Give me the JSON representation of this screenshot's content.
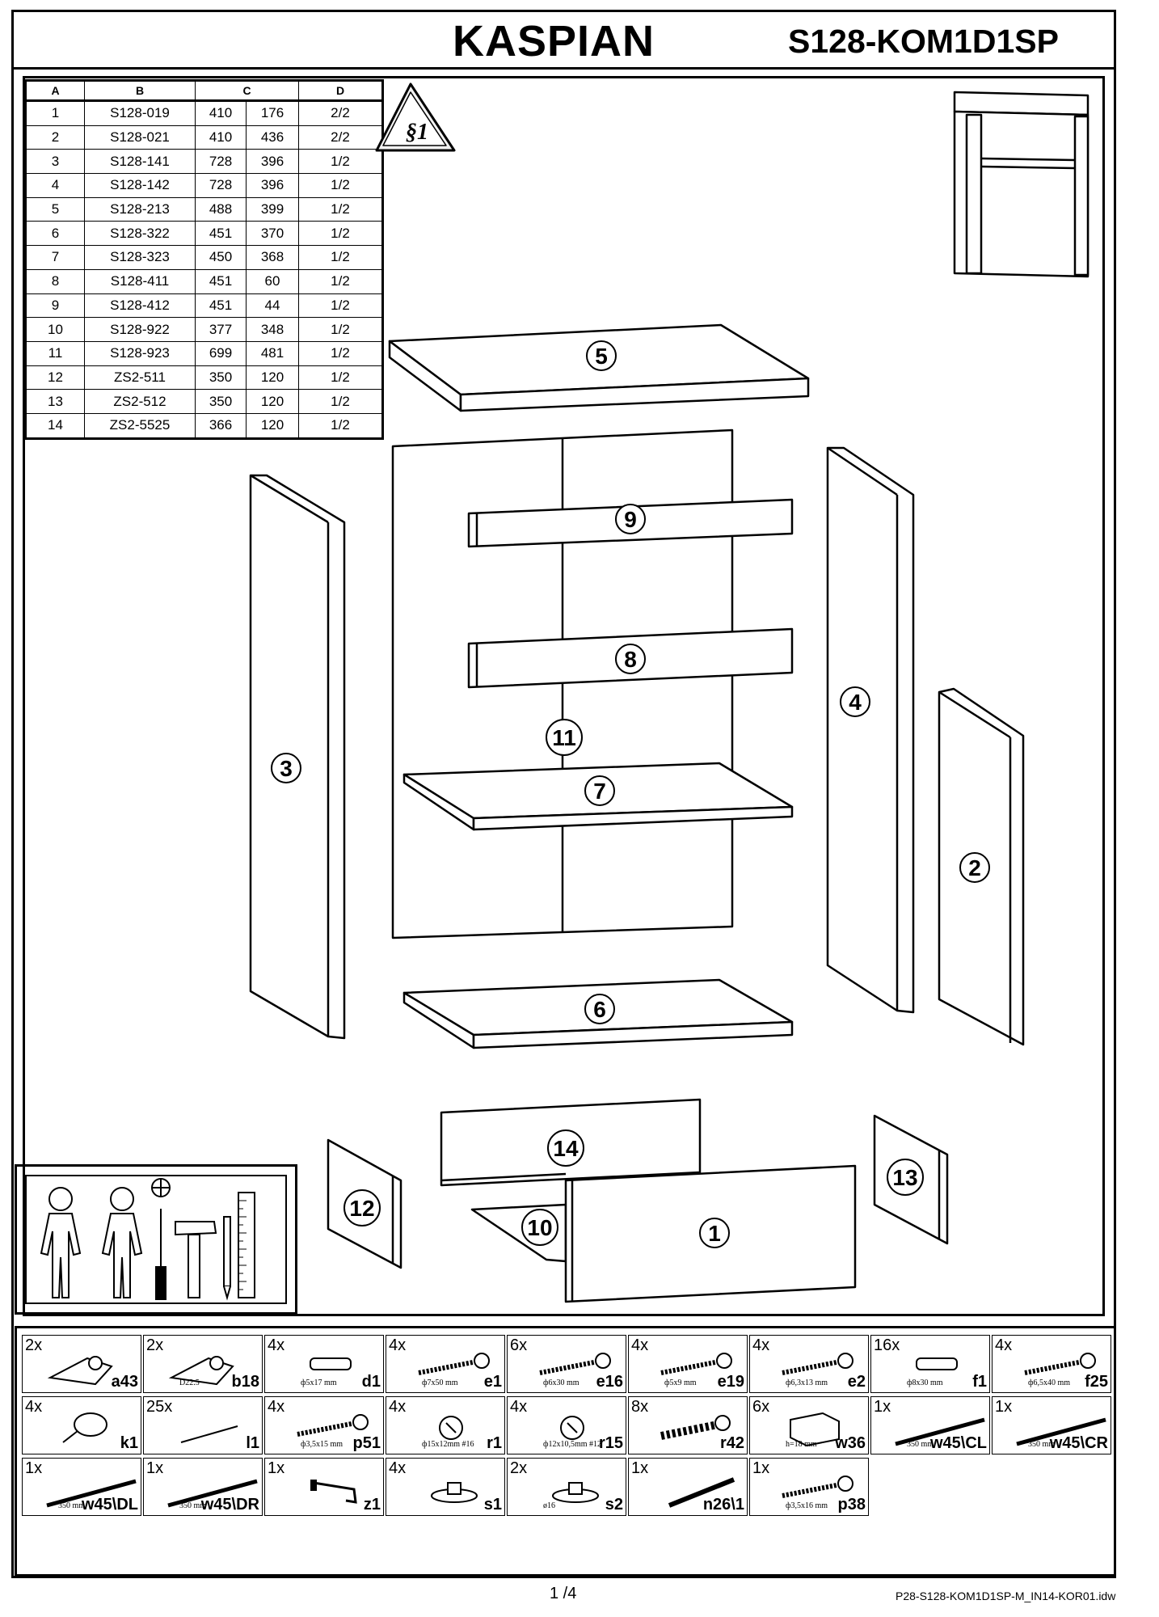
{
  "header": {
    "title": "KASPIAN",
    "code": "S128-KOM1D1SP"
  },
  "table": {
    "headers": [
      "A",
      "B",
      "C",
      "D"
    ],
    "rows": [
      [
        "1",
        "S128-019",
        "410",
        "176",
        "2/2"
      ],
      [
        "2",
        "S128-021",
        "410",
        "436",
        "2/2"
      ],
      [
        "3",
        "S128-141",
        "728",
        "396",
        "1/2"
      ],
      [
        "4",
        "S128-142",
        "728",
        "396",
        "1/2"
      ],
      [
        "5",
        "S128-213",
        "488",
        "399",
        "1/2"
      ],
      [
        "6",
        "S128-322",
        "451",
        "370",
        "1/2"
      ],
      [
        "7",
        "S128-323",
        "450",
        "368",
        "1/2"
      ],
      [
        "8",
        "S128-411",
        "451",
        "60",
        "1/2"
      ],
      [
        "9",
        "S128-412",
        "451",
        "44",
        "1/2"
      ],
      [
        "10",
        "S128-922",
        "377",
        "348",
        "1/2"
      ],
      [
        "11",
        "S128-923",
        "699",
        "481",
        "1/2"
      ],
      [
        "12",
        "ZS2-511",
        "350",
        "120",
        "1/2"
      ],
      [
        "13",
        "ZS2-512",
        "350",
        "120",
        "1/2"
      ],
      [
        "14",
        "ZS2-5525",
        "366",
        "120",
        "1/2"
      ]
    ]
  },
  "warning_sign": "§1",
  "part_labels": [
    "1",
    "2",
    "3",
    "4",
    "5",
    "6",
    "7",
    "8",
    "9",
    "10",
    "11",
    "12",
    "13",
    "14"
  ],
  "hardware": [
    {
      "qty": "2x",
      "code": "a43",
      "size": ""
    },
    {
      "qty": "2x",
      "code": "b18",
      "size": "D22.5"
    },
    {
      "qty": "4x",
      "code": "d1",
      "size": "ф5x17 mm"
    },
    {
      "qty": "4x",
      "code": "e1",
      "size": "ф7x50 mm"
    },
    {
      "qty": "6x",
      "code": "e16",
      "size": "ф6x30 mm"
    },
    {
      "qty": "4x",
      "code": "e19",
      "size": "ф5x9 mm"
    },
    {
      "qty": "4x",
      "code": "e2",
      "size": "ф6,3x13 mm"
    },
    {
      "qty": "16x",
      "code": "f1",
      "size": "ф8x30 mm"
    },
    {
      "qty": "4x",
      "code": "f25",
      "size": "ф6,5x40 mm"
    },
    {
      "qty": "4x",
      "code": "k1",
      "size": ""
    },
    {
      "qty": "25x",
      "code": "l1",
      "size": ""
    },
    {
      "qty": "4x",
      "code": "p51",
      "size": "ф3,5x15 mm"
    },
    {
      "qty": "4x",
      "code": "r1",
      "size": "ф15x12mm  #16"
    },
    {
      "qty": "4x",
      "code": "r15",
      "size": "ф12x10,5mm  #12"
    },
    {
      "qty": "8x",
      "code": "r42",
      "size": ""
    },
    {
      "qty": "6x",
      "code": "w36",
      "size": "h=18 mm"
    },
    {
      "qty": "1x",
      "code": "w45\\CL",
      "size": "350 mm"
    },
    {
      "qty": "1x",
      "code": "w45\\CR",
      "size": "350 mm"
    },
    {
      "qty": "1x",
      "code": "w45\\DL",
      "size": "350 mm"
    },
    {
      "qty": "1x",
      "code": "w45\\DR",
      "size": "350 mm"
    },
    {
      "qty": "1x",
      "code": "z1",
      "size": ""
    },
    {
      "qty": "4x",
      "code": "s1",
      "size": ""
    },
    {
      "qty": "2x",
      "code": "s2",
      "size": "ø16"
    },
    {
      "qty": "1x",
      "code": "n26\\1",
      "size": ""
    },
    {
      "qty": "1x",
      "code": "p38",
      "size": "ф3,5x16 mm"
    }
  ],
  "footer": {
    "page": "1 /4",
    "file_ref": "P28-S128-KOM1D1SP-M_IN14-KOR01.idw"
  }
}
